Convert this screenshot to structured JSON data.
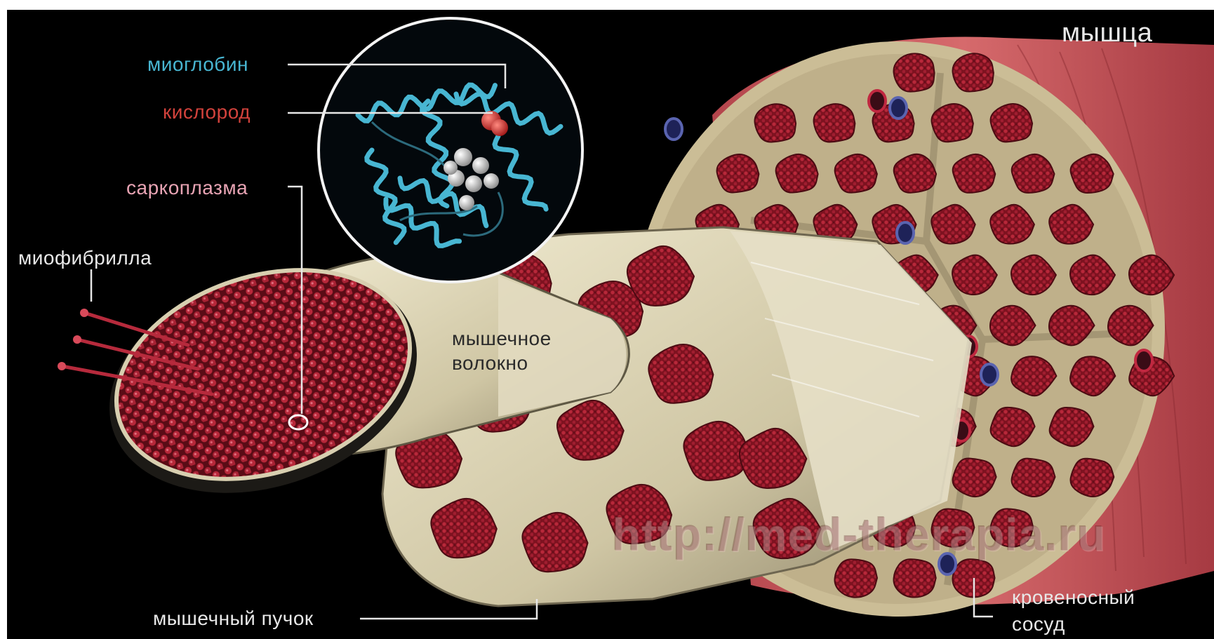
{
  "labels": {
    "muscle": "мышца",
    "myoglobin": "миоглобин",
    "oxygen": "кислород",
    "sarcoplasm": "саркоплазма",
    "myofibril": "миофибрилла",
    "fiber_line1": "мышечное",
    "fiber_line2": "волокно",
    "bundle": "мышечный пучок",
    "vessel_line1": "кровеносный",
    "vessel_line2": "сосуд"
  },
  "watermark": "http://med-therapia.ru",
  "colors": {
    "background": "#000000",
    "muscle_red": "#9c1a2c",
    "tissue_cream": "#d8d0ae",
    "helix_cyan": "#48b6d2",
    "oxygen_red": "#d2423c",
    "vessel_blue": "#2a2f6e"
  },
  "icons": [
    "myoglobin-protein-illustration",
    "muscle-cross-section-illustration"
  ]
}
